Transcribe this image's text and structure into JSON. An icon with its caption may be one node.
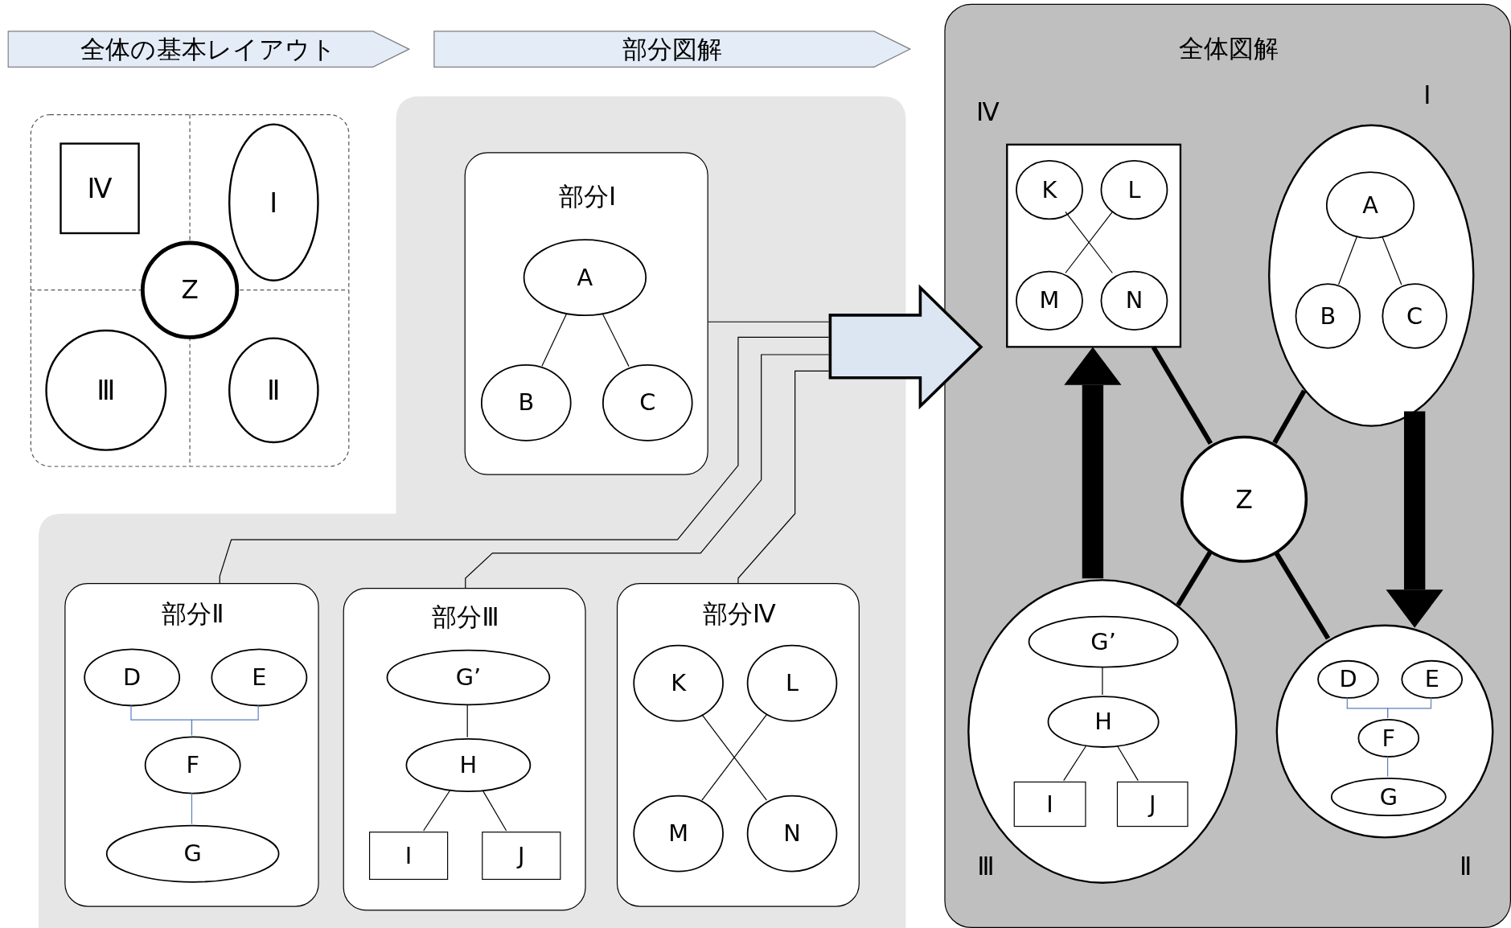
{
  "diagram": {
    "nodes": [
      {
        "text": [
          "全体の基本レイアウト"
        ]
      },
      {
        "text": [
          "部分図解"
        ]
      },
      {
        "text": [
          "全体図解"
        ]
      },
      {
        "text": [
          "Ⅳ"
        ]
      },
      {
        "text": [
          "Ⅰ"
        ]
      },
      {
        "text": [
          "Z"
        ]
      },
      {
        "text": [
          "Ⅲ"
        ]
      },
      {
        "text": [
          "Ⅱ"
        ]
      },
      {
        "text": [
          "部分Ⅰ"
        ]
      },
      {
        "text": [
          "A"
        ],
        "in": 8
      },
      {
        "text": [
          "B"
        ],
        "in": 8
      },
      {
        "text": [
          "C"
        ],
        "in": 8
      },
      {
        "text": [
          "部分Ⅱ"
        ]
      },
      {
        "text": [
          "D"
        ],
        "in": 12
      },
      {
        "text": [
          "E"
        ],
        "in": 12
      },
      {
        "text": [
          "F"
        ],
        "in": 12
      },
      {
        "text": [
          "G"
        ],
        "in": 12
      },
      {
        "text": [
          "部分Ⅲ"
        ]
      },
      {
        "text": [
          "G’"
        ],
        "in": 17
      },
      {
        "text": [
          "H"
        ],
        "in": 17
      },
      {
        "text": [
          "I"
        ],
        "in": 17
      },
      {
        "text": [
          "J"
        ],
        "in": 17
      },
      {
        "text": [
          "部分Ⅳ"
        ]
      },
      {
        "text": [
          "K"
        ],
        "in": 22
      },
      {
        "text": [
          "L"
        ],
        "in": 22
      },
      {
        "text": [
          "M"
        ],
        "in": 22
      },
      {
        "text": [
          "N"
        ],
        "in": 22
      },
      {
        "text": [],
        "shape": "arrow"
      },
      {
        "text": [],
        "shape": "box",
        "beside": [
          "Ⅳ"
        ],
        "in": 2
      },
      {
        "text": [
          "K"
        ],
        "in": 28
      },
      {
        "text": [
          "L"
        ],
        "in": 28
      },
      {
        "text": [
          "M"
        ],
        "in": 28
      },
      {
        "text": [
          "N"
        ],
        "in": 28
      },
      {
        "text": [],
        "shape": "ellipse",
        "beside": [
          "Ⅰ"
        ],
        "in": 2
      },
      {
        "text": [
          "A"
        ],
        "in": 33
      },
      {
        "text": [
          "B"
        ],
        "in": 33
      },
      {
        "text": [
          "C"
        ],
        "in": 33
      },
      {
        "text": [
          "Z"
        ],
        "in": 2
      },
      {
        "text": [],
        "shape": "ellipse",
        "beside": [
          "Ⅲ"
        ],
        "in": 2
      },
      {
        "text": [
          "G’"
        ],
        "in": 38
      },
      {
        "text": [
          "H"
        ],
        "in": 38
      },
      {
        "text": [
          "I"
        ],
        "in": 38
      },
      {
        "text": [
          "J"
        ],
        "in": 38
      },
      {
        "text": [],
        "shape": "circle",
        "beside": [
          "Ⅱ"
        ],
        "in": 2
      },
      {
        "text": [
          "D"
        ],
        "in": 43
      },
      {
        "text": [
          "E"
        ],
        "in": 43
      },
      {
        "text": [
          "F"
        ],
        "in": 43
      },
      {
        "text": [
          "G"
        ],
        "in": 43
      }
    ],
    "edges": [
      {
        "from": 9,
        "to": 10,
        "arrow": "none"
      },
      {
        "from": 9,
        "to": 11,
        "arrow": "none"
      },
      {
        "from": 13,
        "to": 15,
        "arrow": "none",
        "color": "#5b7fbf"
      },
      {
        "from": 14,
        "to": 15,
        "arrow": "none",
        "color": "#5b7fbf"
      },
      {
        "from": 15,
        "to": 16,
        "arrow": "none",
        "color": "#5b7fbf"
      },
      {
        "from": 18,
        "to": 19,
        "arrow": "none"
      },
      {
        "from": 19,
        "to": 20,
        "arrow": "none"
      },
      {
        "from": 19,
        "to": 21,
        "arrow": "none"
      },
      {
        "from": 23,
        "to": 26,
        "arrow": "none"
      },
      {
        "from": 24,
        "to": 25,
        "arrow": "none"
      },
      {
        "from": 8,
        "to": 27,
        "arrow": "none"
      },
      {
        "from": 12,
        "to": 27,
        "arrow": "none"
      },
      {
        "from": 17,
        "to": 27,
        "arrow": "none"
      },
      {
        "from": 22,
        "to": 27,
        "arrow": "none"
      },
      {
        "from": 29,
        "to": 32,
        "arrow": "none"
      },
      {
        "from": 30,
        "to": 31,
        "arrow": "none"
      },
      {
        "from": 34,
        "to": 35,
        "arrow": "none"
      },
      {
        "from": 34,
        "to": 36,
        "arrow": "none"
      },
      {
        "from": 39,
        "to": 40,
        "arrow": "none"
      },
      {
        "from": 40,
        "to": 41,
        "arrow": "none"
      },
      {
        "from": 40,
        "to": 42,
        "arrow": "none"
      },
      {
        "from": 44,
        "to": 46,
        "arrow": "none",
        "color": "#5b7fbf"
      },
      {
        "from": 45,
        "to": 46,
        "arrow": "none",
        "color": "#5b7fbf"
      },
      {
        "from": 46,
        "to": 47,
        "arrow": "none",
        "color": "#5b7fbf"
      },
      {
        "from": 37,
        "to": 28,
        "arrow": "none",
        "style": "thick"
      },
      {
        "from": 37,
        "to": 33,
        "arrow": "none",
        "style": "thick"
      },
      {
        "from": 37,
        "to": 38,
        "arrow": "none",
        "style": "thick"
      },
      {
        "from": 37,
        "to": 43,
        "arrow": "none",
        "style": "thick"
      },
      {
        "from": 38,
        "to": 28,
        "arrow": "to",
        "style": "thick"
      },
      {
        "from": 33,
        "to": 43,
        "arrow": "to",
        "style": "thick"
      }
    ]
  }
}
